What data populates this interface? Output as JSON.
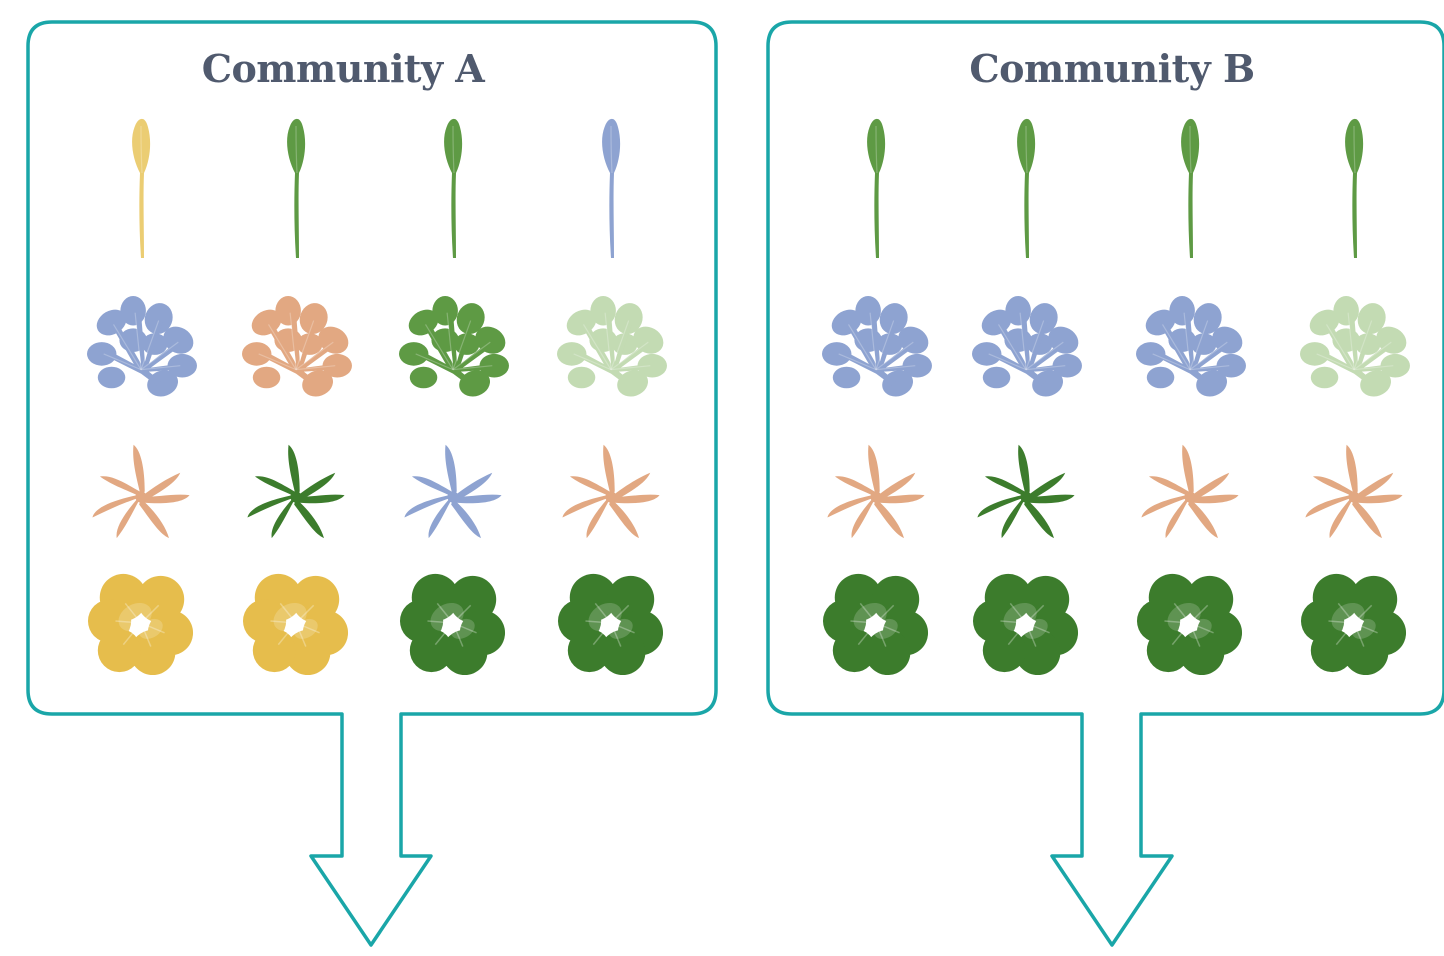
{
  "colors": {
    "frame": "#1aa6a8",
    "title": "#505a6e",
    "yellow": "#ebcd73",
    "green": "#5e9a44",
    "blue": "#8ea3d1",
    "orange": "#e2a882",
    "light_green": "#c3dbb3",
    "dark_green": "#3c7c2c",
    "mustard": "#e6bd4c"
  },
  "communities": [
    {
      "title": "Community A",
      "rows": [
        {
          "plant": "seedling",
          "colors": [
            "yellow",
            "green",
            "green",
            "blue"
          ]
        },
        {
          "plant": "rosette",
          "colors": [
            "blue",
            "orange",
            "green",
            "light_green"
          ]
        },
        {
          "plant": "star",
          "colors": [
            "orange",
            "dark_green",
            "blue",
            "orange"
          ]
        },
        {
          "plant": "clover",
          "colors": [
            "mustard",
            "mustard",
            "dark_green",
            "dark_green"
          ]
        }
      ]
    },
    {
      "title": "Community B",
      "rows": [
        {
          "plant": "seedling",
          "colors": [
            "green",
            "green",
            "green",
            "green"
          ]
        },
        {
          "plant": "rosette",
          "colors": [
            "blue",
            "blue",
            "blue",
            "light_green"
          ]
        },
        {
          "plant": "star",
          "colors": [
            "orange",
            "dark_green",
            "orange",
            "orange"
          ]
        },
        {
          "plant": "clover",
          "colors": [
            "dark_green",
            "dark_green",
            "dark_green",
            "dark_green"
          ]
        }
      ]
    }
  ]
}
